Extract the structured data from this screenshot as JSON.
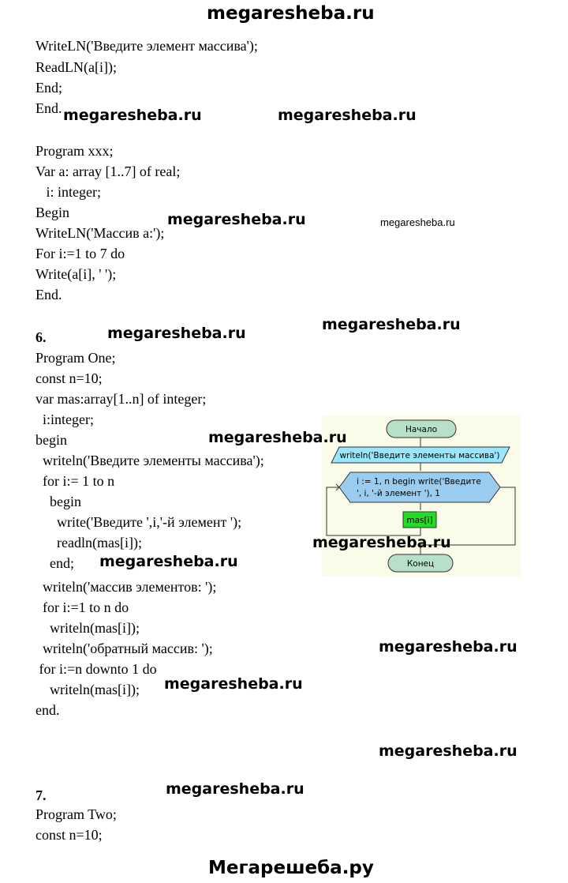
{
  "header_watermark": "megaresheba.ru",
  "footer_watermark": "Мегарешеба.ру",
  "watermarks": [
    "megaresheba.ru",
    "megaresheba.ru",
    "megaresheba.ru",
    "megaresheba.ru",
    "megaresheba.ru",
    "megaresheba.ru",
    "megaresheba.ru",
    "megaresheba.ru",
    "megaresheba.ru",
    "megaresheba.ru",
    "megaresheba.ru",
    "megaresheba.ru",
    "megaresheba.ru"
  ],
  "block_top": [
    "WriteLN('Введите элемент массива');",
    "ReadLN(a[i]);",
    "End;",
    "End."
  ],
  "block_xxx": [
    "Program xxx;",
    "Var a: array [1..7] of real;",
    "   i: integer;",
    "Begin",
    "WriteLN('Массив a:');",
    "For i:=1 to 7 do",
    "Write(a[i], ' ');",
    "End."
  ],
  "task6": {
    "number": "6.",
    "lines": [
      "Program One;",
      "const n=10;",
      "var mas:array[1..n] of integer;",
      "  i:integer;",
      "begin",
      "  writeln('Введите элементы массива');",
      "  for i:= 1 to n",
      "    begin",
      "      write('Введите ',i,'-й элемент ');",
      "      readln(mas[i]);",
      "    end;",
      "  writeln('массив элементов: ');",
      "  for i:=1 to n do",
      "    writeln(mas[i]);",
      "  writeln('обратный массив: ');",
      " for i:=n downto 1 do",
      "    writeln(mas[i]);",
      "end."
    ]
  },
  "flowchart": {
    "start": "Начало",
    "output": "writeln('Введите элементы массива')",
    "loop_line1": "i := 1, n begin write('Введите",
    "loop_line2": "', i, '-й элемент '), 1",
    "input": "mas[i]",
    "end": "Конец",
    "colors": {
      "terminal": "#b8e0c8",
      "io": "#99e6ff",
      "loop": "#99ccee",
      "input": "#22dd22",
      "background": "#fbfbea"
    }
  },
  "task7": {
    "number": "7.",
    "lines": [
      "Program Two;",
      "const n=10;"
    ]
  }
}
